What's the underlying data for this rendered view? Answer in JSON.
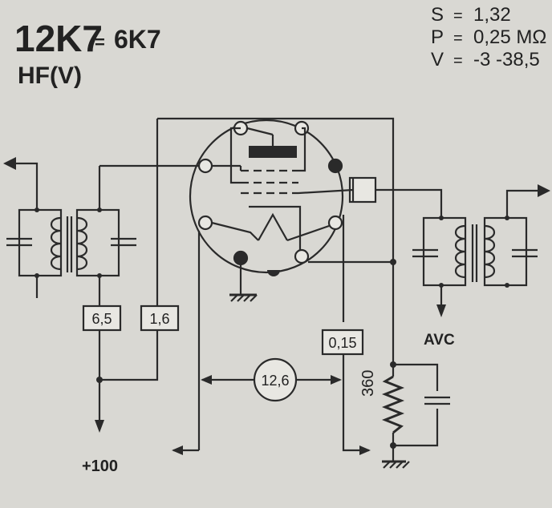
{
  "header": {
    "tube": "12K7",
    "equiv_sep": "=",
    "equiv": "6K7",
    "function": "HF(V)"
  },
  "specs": [
    {
      "key": "S",
      "sep": "=",
      "value": "1,32"
    },
    {
      "key": "P",
      "sep": "=",
      "value": "0,25 MΩ"
    },
    {
      "key": "V",
      "sep": "=",
      "value": "-3 -38,5"
    }
  ],
  "labels": {
    "box_a": "6,5",
    "box_b": "1,6",
    "box_c": "0,15",
    "heater_voltage": "12,6",
    "resistor": "360",
    "supply": "+100",
    "avc": "AVC"
  }
}
